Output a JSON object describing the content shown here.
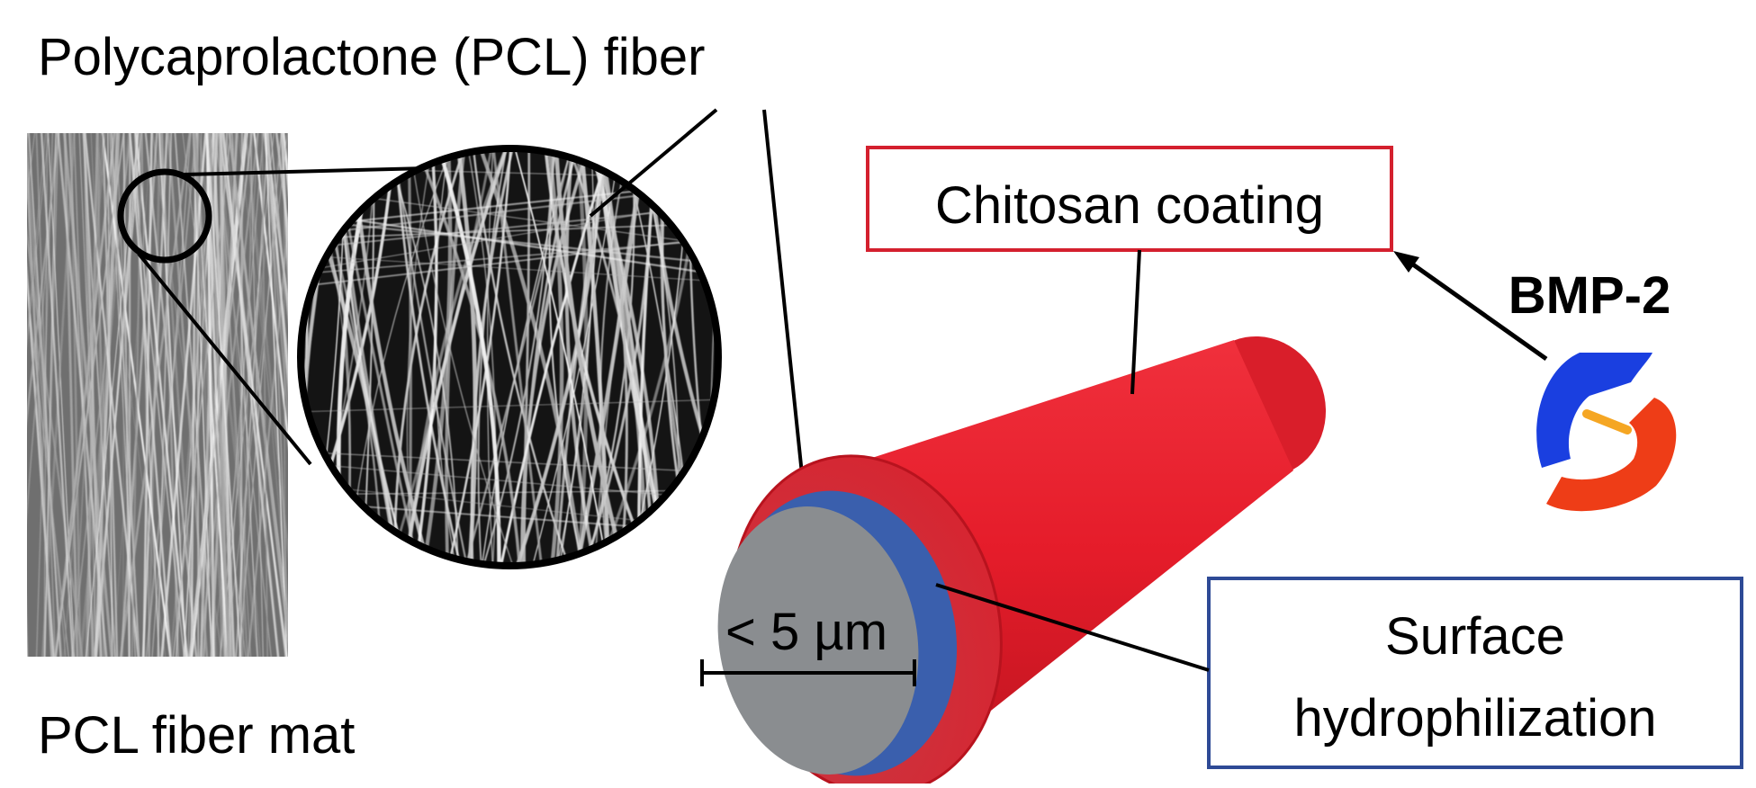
{
  "labels": {
    "title": "Polycaprolactone (PCL) fiber",
    "mat": "PCL fiber mat",
    "chitosan": "Chitosan coating",
    "bmp": "BMP-2",
    "scale": "< 5 µm",
    "surface_line1": "Surface",
    "surface_line2": "hydrophilization"
  },
  "colors": {
    "coating_red": "#e51c2a",
    "core_blue": "#3a5fad",
    "core_gray": "#8a8d90",
    "chitosan_box": "#d4202e",
    "surface_box": "#2e4a96",
    "bmp_blue": "#1a3fe0",
    "bmp_red": "#ee3d17",
    "bmp_link": "#f5a623"
  },
  "icons": {
    "fiber_mat": "fiber-mat-texture",
    "zoom": "magnified-fiber-circle",
    "fiber": "coated-fiber-cylinder",
    "protein": "bmp2-protein-icon"
  }
}
